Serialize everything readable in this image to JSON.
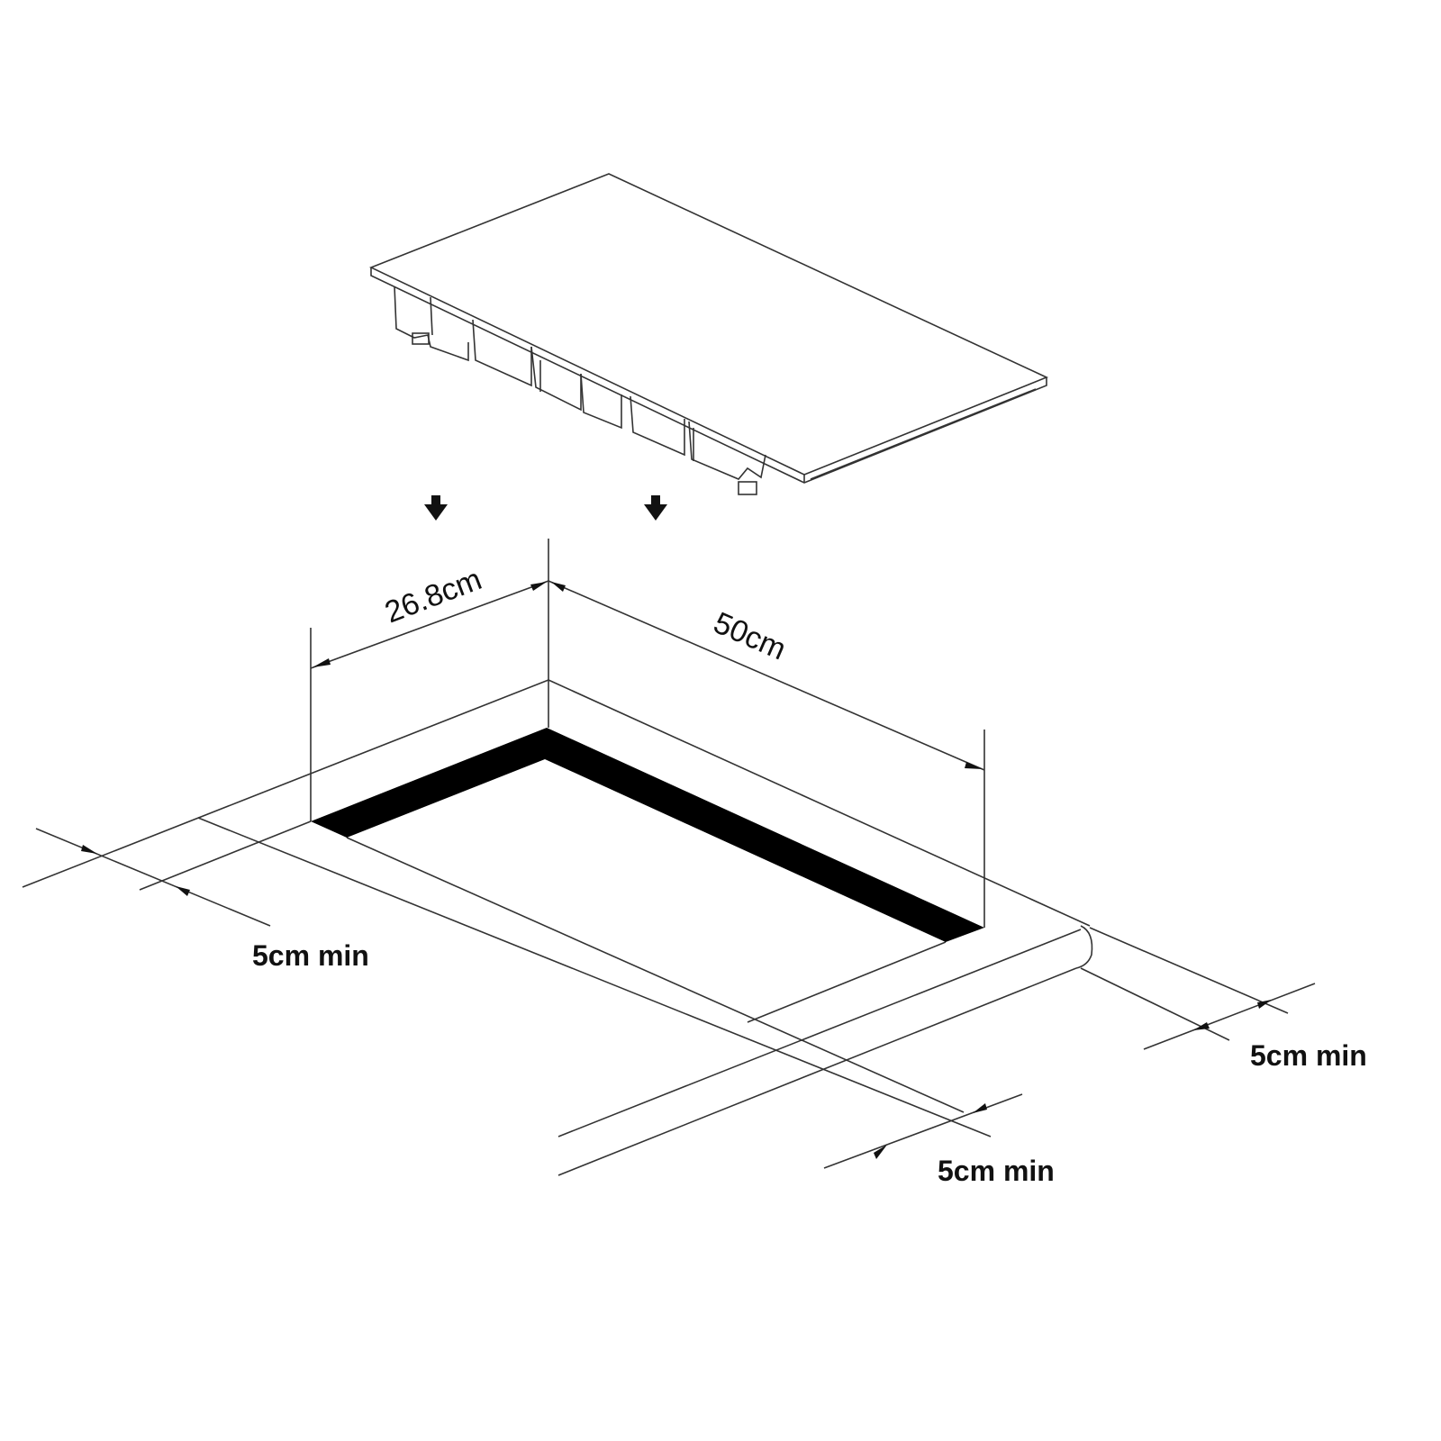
{
  "labels": {
    "width_dimension": "26.8cm",
    "length_dimension": "50cm",
    "clearance_left": "5cm min",
    "clearance_right": "5cm min",
    "clearance_front": "5cm min"
  }
}
